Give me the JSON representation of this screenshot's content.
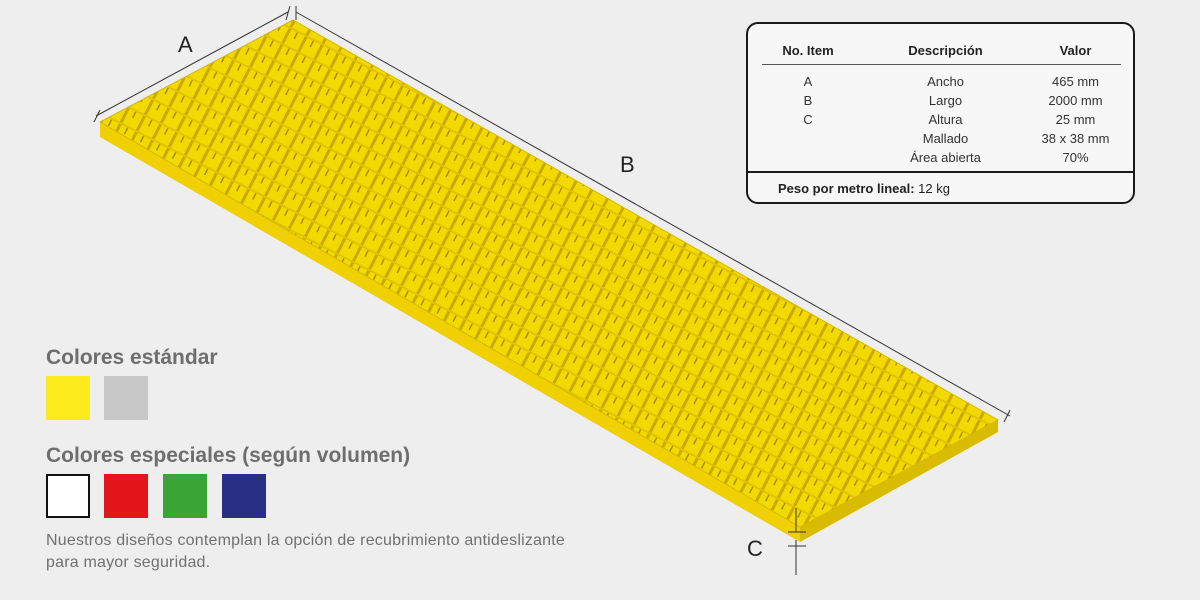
{
  "diagram": {
    "dimension_labels": {
      "a": "A",
      "b": "B",
      "c": "C"
    },
    "grating_color": "#f5dd00",
    "grating_edge_color": "#e8c800"
  },
  "spec_table": {
    "headers": {
      "item": "No. Item",
      "description": "Descripción",
      "value": "Valor"
    },
    "rows": [
      {
        "item": "A",
        "description": "Ancho",
        "value": "465 mm"
      },
      {
        "item": "B",
        "description": "Largo",
        "value": "2000 mm"
      },
      {
        "item": "C",
        "description": "Altura",
        "value": "25 mm"
      },
      {
        "item": "",
        "description": "Mallado",
        "value": "38 x 38 mm"
      },
      {
        "item": "",
        "description": "Área abierta",
        "value": "70%"
      }
    ],
    "footer_label": "Peso por metro lineal:",
    "footer_value": "12 kg"
  },
  "colors": {
    "standard_title": "Colores estándar",
    "standard": [
      "#fdeb1e",
      "#c8c8c8"
    ],
    "special_title": "Colores especiales (según volumen)",
    "special": [
      "#ffffff",
      "#e3141b",
      "#3aa437",
      "#2a2f86"
    ],
    "note": "Nuestros diseños contemplan la opción de recubrimiento antideslizante para mayor seguridad."
  }
}
